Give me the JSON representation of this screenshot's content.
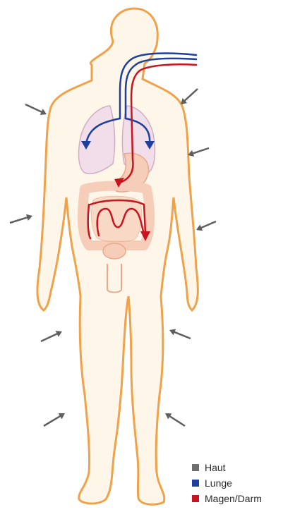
{
  "colors": {
    "skin_outline": "#f0a24a",
    "skin_fill": "#fff6ea",
    "organ_fill": "#f6cdb8",
    "organ_line": "#e9a98a",
    "lung_fill": "#f0dce8",
    "lung_line": "#cfa6c2",
    "arrow_gray": "#5f5f5f",
    "air_blue": "#1f3f9e",
    "food_red": "#c8141e"
  },
  "legend": {
    "items": [
      {
        "label": "Haut",
        "color": "#6e6e6e",
        "icon": "square-swatch"
      },
      {
        "label": "Lunge",
        "color": "#1f3f9e",
        "icon": "square-swatch"
      },
      {
        "label": "Magen/Darm",
        "color": "#c8141e",
        "icon": "square-swatch"
      }
    ]
  }
}
